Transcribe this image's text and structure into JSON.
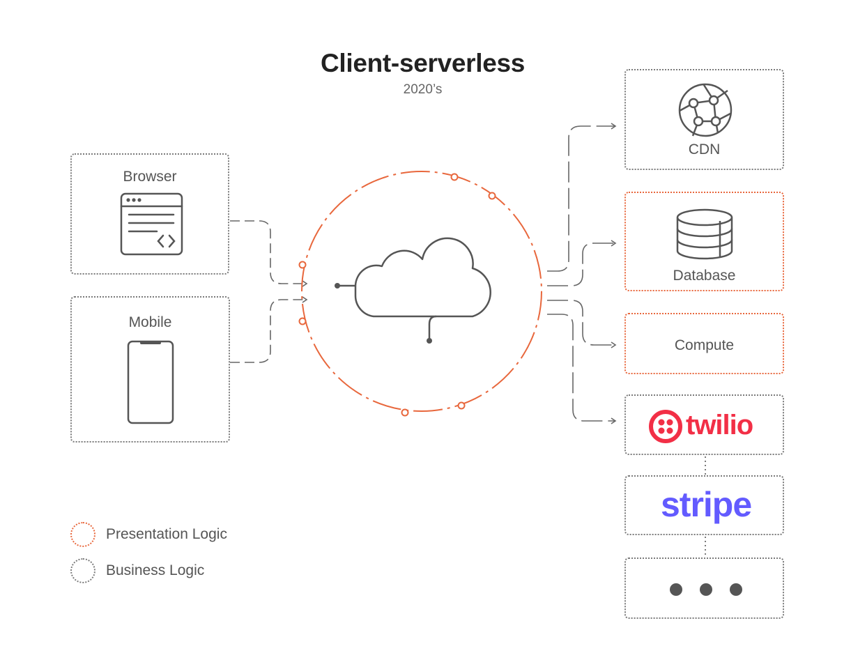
{
  "title": "Client-serverless",
  "subtitle": "2020’s",
  "clients": {
    "browser_label": "Browser",
    "mobile_label": "Mobile"
  },
  "services": {
    "cdn_label": "CDN",
    "database_label": "Database",
    "compute_label": "Compute",
    "twilio_label": "twilio",
    "stripe_label": "stripe"
  },
  "legend": {
    "presentation_label": "Presentation Logic",
    "business_label": "Business Logic"
  },
  "colors": {
    "presentation": "#e8673c",
    "business": "#7a7a7a",
    "twilio": "#f22f46",
    "stripe": "#635bff",
    "icon": "#555555"
  },
  "icons": [
    "browser-window-icon",
    "mobile-phone-icon",
    "cloud-icon",
    "globe-network-icon",
    "database-icon",
    "twilio-logo",
    "stripe-logo",
    "ellipsis-icon"
  ]
}
